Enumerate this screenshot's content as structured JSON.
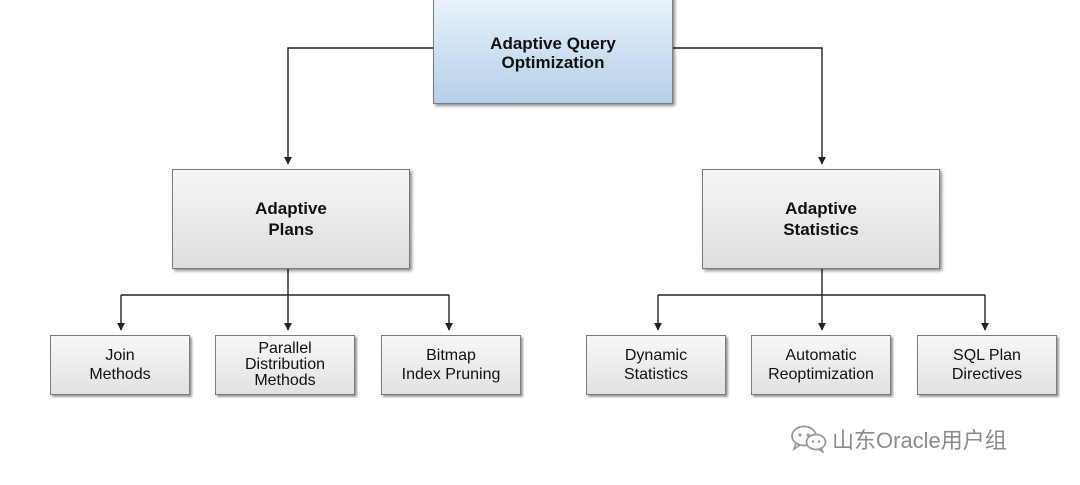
{
  "diagram": {
    "root": {
      "label": "Adaptive Query\nOptimization"
    },
    "branches": [
      {
        "label": "Adaptive\nPlans",
        "children": [
          "Join\nMethods",
          "Parallel\nDistribution\nMethods",
          "Bitmap\nIndex Pruning"
        ]
      },
      {
        "label": "Adaptive\nStatistics",
        "children": [
          "Dynamic\nStatistics",
          "Automatic\nReoptimization",
          "SQL Plan\nDirectives"
        ]
      }
    ]
  },
  "watermark": {
    "text": "山东Oracle用户组",
    "icon": "wechat-icon"
  },
  "colors": {
    "root_fill_top": "#eaf3fc",
    "root_fill_bottom": "#b4cfe8",
    "box_fill": "#e8e8e8",
    "line": "#222222"
  }
}
